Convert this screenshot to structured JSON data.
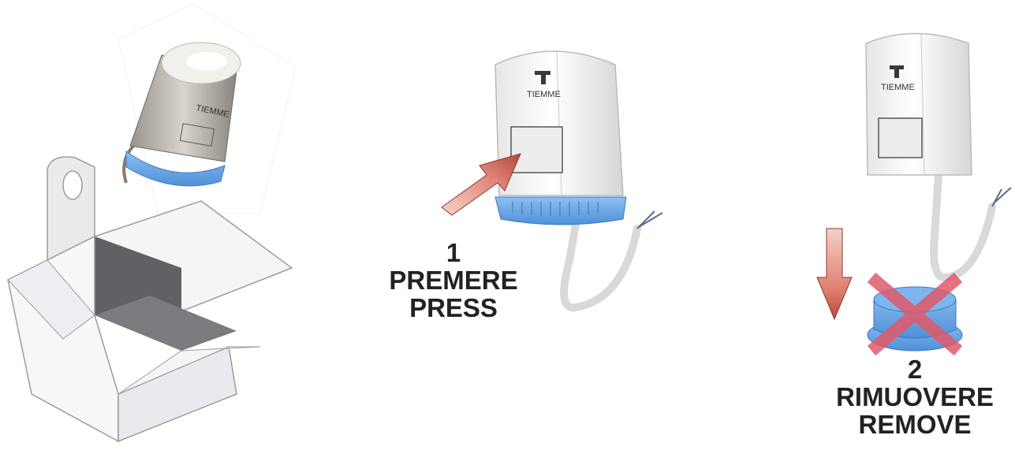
{
  "brand": {
    "logo_text": "TIEMME"
  },
  "steps": [
    {
      "number": "1",
      "label_it": "PREMERE",
      "label_en": "PRESS"
    },
    {
      "number": "2",
      "label_it": "RIMUOVERE",
      "label_en": "REMOVE"
    }
  ],
  "colors": {
    "arrow_fill": "#e0877a",
    "arrow_dark": "#b9473a",
    "ring_blue": "#6aa8e8",
    "cross_red": "#e05a6a",
    "actuator_body": "#f2f2f2",
    "box_white": "#f4f5f7",
    "box_shadow": "#6a6c70"
  }
}
